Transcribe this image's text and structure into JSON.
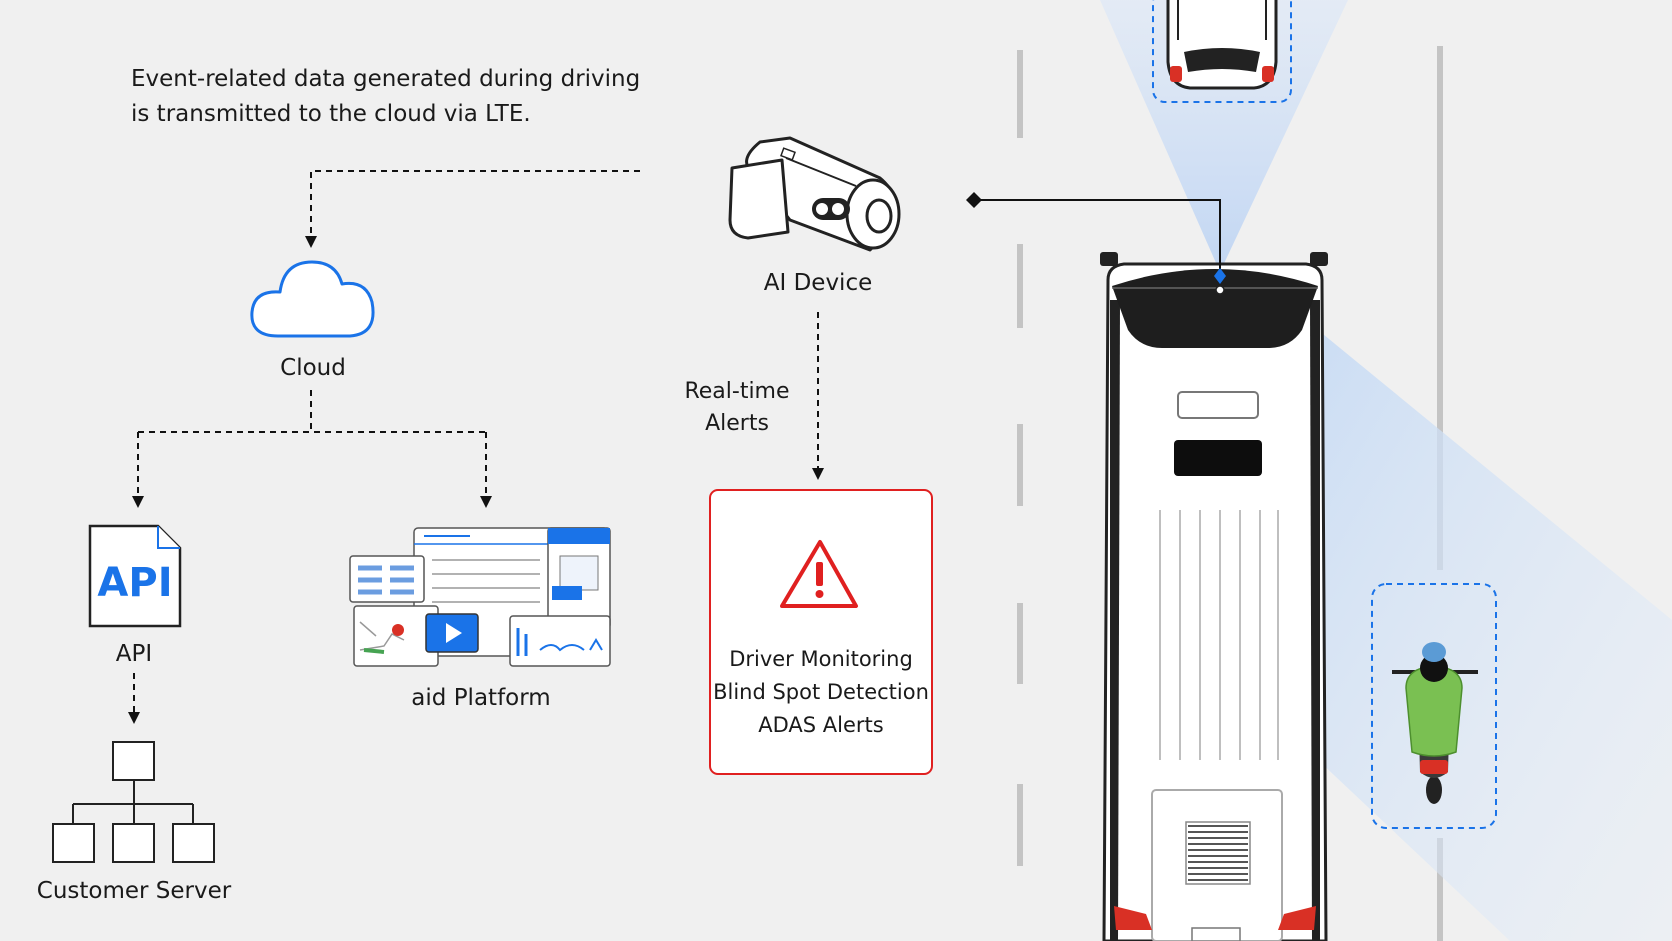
{
  "intro": {
    "line1": "Event-related data generated during driving",
    "line2": "is transmitted to the cloud via LTE."
  },
  "nodes": {
    "cloud": "Cloud",
    "api_icon": "API",
    "api": "API",
    "platform": "aid Platform",
    "customer_server": "Customer Server",
    "ai_device": "AI Device"
  },
  "realtime_alerts": {
    "line1": "Real-time",
    "line2": "Alerts"
  },
  "alerts_box": {
    "items": [
      "Driver Monitoring",
      "Blind Spot Detection",
      "ADAS Alerts"
    ]
  },
  "colors": {
    "accent_blue": "#1a73e8",
    "alert_red": "#e02020",
    "detection_zone": "#cfe0f7",
    "road_line": "#c4c4c4"
  },
  "icons": [
    "cloud-icon",
    "api-file-icon",
    "platform-dashboard-icon",
    "org-chart-icon",
    "camera-device-icon",
    "warning-triangle-icon"
  ]
}
